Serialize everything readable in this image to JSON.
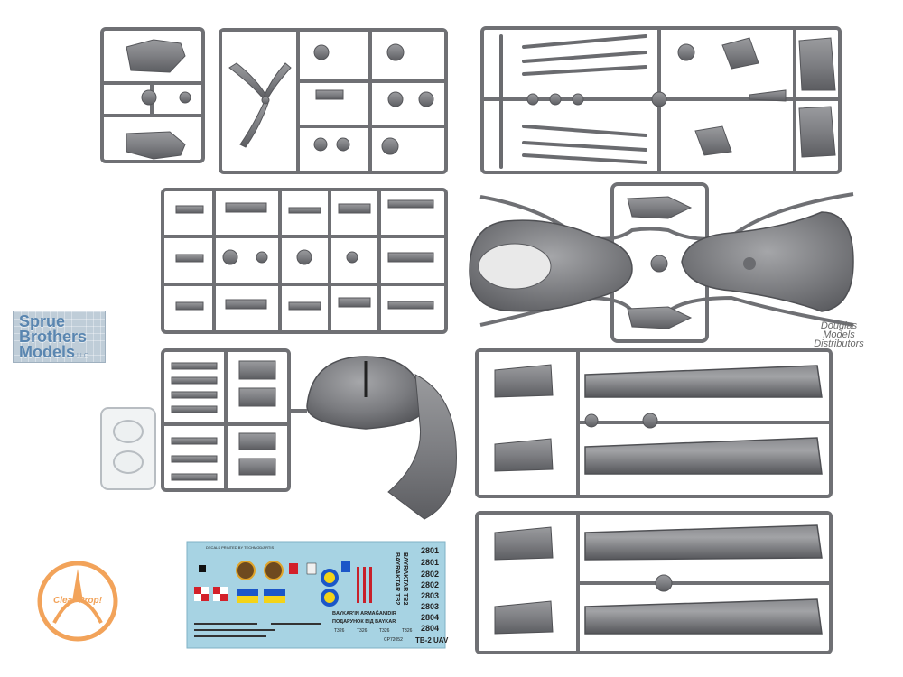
{
  "watermarks": {
    "sbm_line1": "Sprue",
    "sbm_line2": "Brothers",
    "sbm_line3": "Models",
    "sbm_suffix": "LLC",
    "dmd_line1": "Douglas",
    "dmd_line2": "Models",
    "dmd_line3": "Distributors"
  },
  "logo": {
    "brand": "Clear Prop!"
  },
  "decal_sheet": {
    "serials": [
      "2801",
      "2801",
      "2802",
      "2802",
      "2803",
      "2803",
      "2804",
      "2804"
    ],
    "vertical_text_1": "BAYRAKTAR TB2",
    "vertical_text_2": "BAYRAKTAR TB2",
    "line_1": "BAYKAR'IN ARMAĞANIDIR",
    "line_2": "ПОДАРУНОК ВІД BAYKAR",
    "line_3": "T326",
    "line_3b": "T326",
    "line_3c": "T326",
    "line_3d": "T326",
    "code": "CP72052",
    "model": "TB-2 UAV",
    "small_header": "DECALS PRINTED BY TECHMOD/ARTIS"
  },
  "colors": {
    "sprue_gray": "#8c8d90",
    "sprue_dark": "#5e5f62",
    "decal_bg": "#a7d3e3",
    "logo_orange": "#f2a35a"
  }
}
